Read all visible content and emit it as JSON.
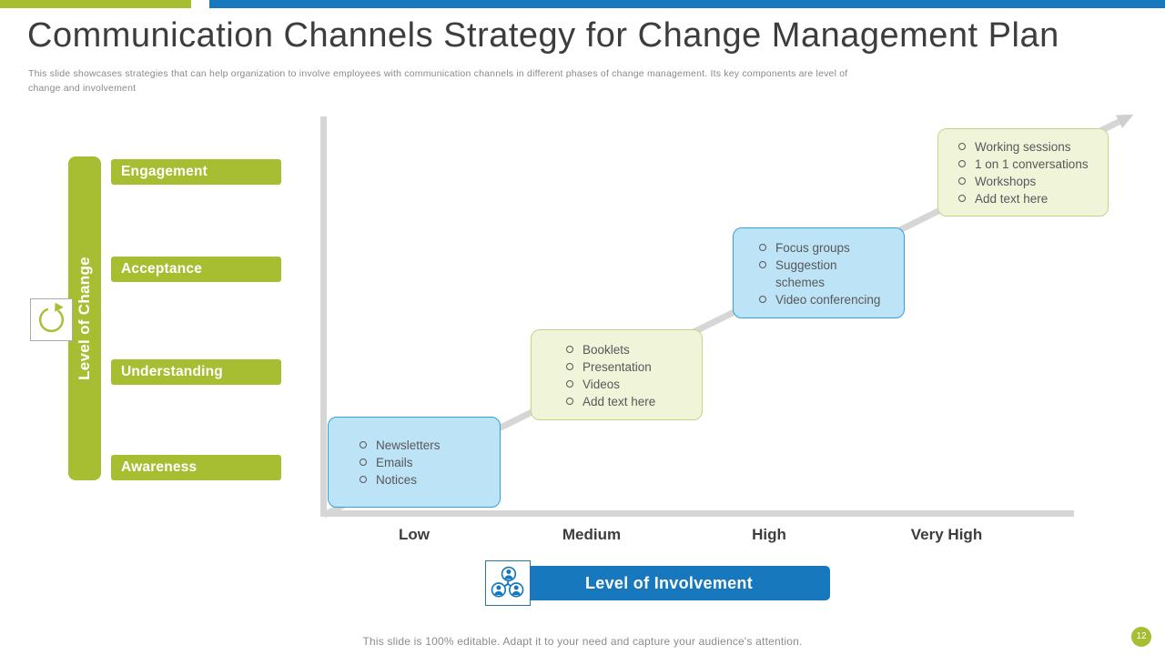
{
  "slide": {
    "title": "Communication Channels Strategy for Change Management Plan",
    "description": "This slide showcases strategies that can help organization to involve employees with communication channels in different phases of change management. Its key components are level of change and involvement",
    "footer_note": "This slide is 100% editable. Adapt it to your need and capture your audience's attention.",
    "page_number": "12"
  },
  "y_axis": {
    "title": "Level of Change",
    "labels": [
      "Engagement",
      "Acceptance",
      "Understanding",
      "Awareness"
    ]
  },
  "x_axis": {
    "title": "Level of Involvement",
    "labels": [
      "Low",
      "Medium",
      "High",
      "Very High"
    ]
  },
  "chart_data": {
    "type": "scatter",
    "title": "Communication channels mapped by level of involvement vs level of change",
    "xlabel": "Level of Involvement",
    "ylabel": "Level of Change",
    "x_categories": [
      "Low",
      "Medium",
      "High",
      "Very High"
    ],
    "y_categories": [
      "Awareness",
      "Understanding",
      "Acceptance",
      "Engagement"
    ],
    "trend": "ascending diagonal gray arrow from origin to top right",
    "points": [
      {
        "x": "Low",
        "y": "Awareness",
        "style": "blue",
        "channels": [
          "Newsletters",
          "Emails",
          "Notices"
        ]
      },
      {
        "x": "Medium",
        "y": "Understanding",
        "style": "green",
        "channels": [
          "Booklets",
          "Presentation",
          "Videos",
          "Add text here"
        ]
      },
      {
        "x": "High",
        "y": "Acceptance",
        "style": "blue",
        "channels": [
          "Focus groups",
          "Suggestion\nschemes",
          "Video conferencing"
        ]
      },
      {
        "x": "Very High",
        "y": "Engagement",
        "style": "green",
        "channels": [
          "Working sessions",
          "1 on 1 conversations",
          "Workshops",
          "Add text here"
        ]
      }
    ]
  },
  "icons": {
    "refresh": "refresh-icon",
    "people_network": "people-network-icon",
    "trend_arrow": "trend-arrow-icon",
    "bullet": "circle-bullet-icon"
  },
  "colors": {
    "green": "#A7BD32",
    "blue": "#1878BE",
    "box_blue_fill": "#BDE3F6",
    "box_blue_border": "#36A0DA",
    "box_green_fill": "#F0F5DA",
    "box_green_border": "#C5D48B",
    "axis_gray": "#D6D6D6",
    "title_text": "#3d3d3d"
  }
}
